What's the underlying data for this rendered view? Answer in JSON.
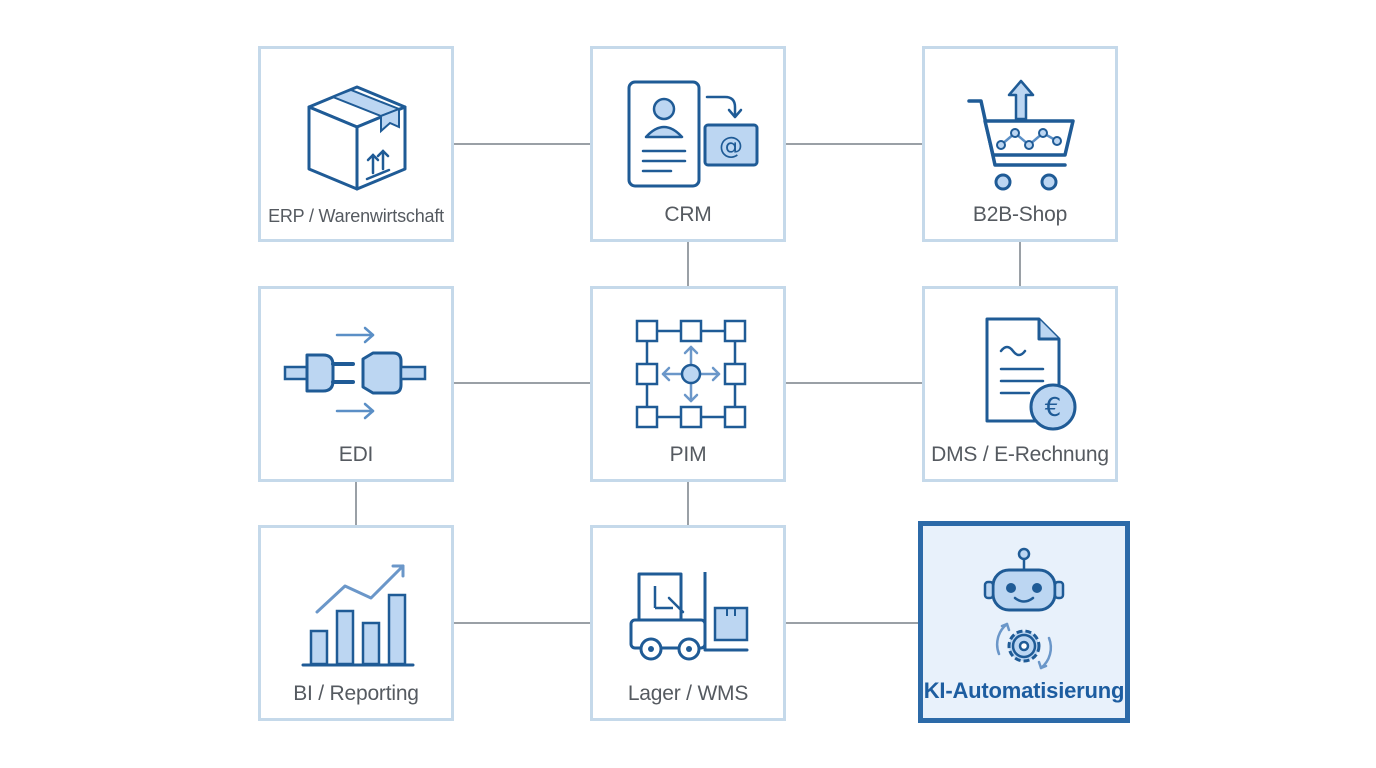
{
  "tiles": {
    "erp": "ERP / Warenwirtschaft",
    "crm": "CRM",
    "b2b": "B2B-Shop",
    "edi": "EDI",
    "pim": "PIM",
    "dms": "DMS / E-Rechnung",
    "bi": "BI / Reporting",
    "lager": "Lager / WMS",
    "ki": "KI-Automatisierung"
  },
  "crm_email_glyph": "@",
  "dms_currency_glyph": "€",
  "colors": {
    "tile_border": "#c5d9ea",
    "icon_stroke": "#1f5b96",
    "icon_fill": "#bcd6f2",
    "connector": "#9aa0a6",
    "highlight_border": "#2c6aa8",
    "highlight_bg": "#e8f1fb",
    "highlight_text": "#1d5da0"
  }
}
